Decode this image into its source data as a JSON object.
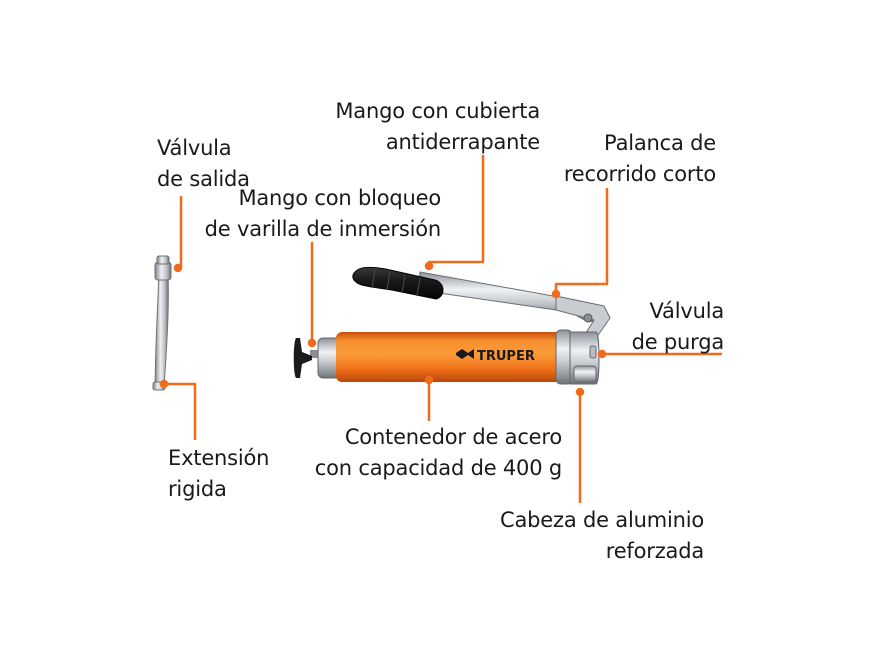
{
  "brand": {
    "logo_text": "TRUPER",
    "accent_color": "#f26b1d",
    "barrel_color": "#f47a20"
  },
  "callouts": {
    "valvula_salida": [
      "Válvula",
      "de salida"
    ],
    "extension_rigida": [
      "Extensión",
      "rigida"
    ],
    "mango_bloqueo": [
      "Mango con bloqueo",
      "de varilla de inmersión"
    ],
    "mango_cubierta": [
      "Mango con cubierta",
      "antiderrapante"
    ],
    "palanca": [
      "Palanca de",
      "recorrido corto"
    ],
    "valvula_purga": [
      "Válvula",
      "de purga"
    ],
    "contenedor": [
      "Contenedor de acero",
      "con capacidad de 400 g"
    ],
    "cabeza": [
      "Cabeza de aluminio",
      "reforzada"
    ]
  }
}
